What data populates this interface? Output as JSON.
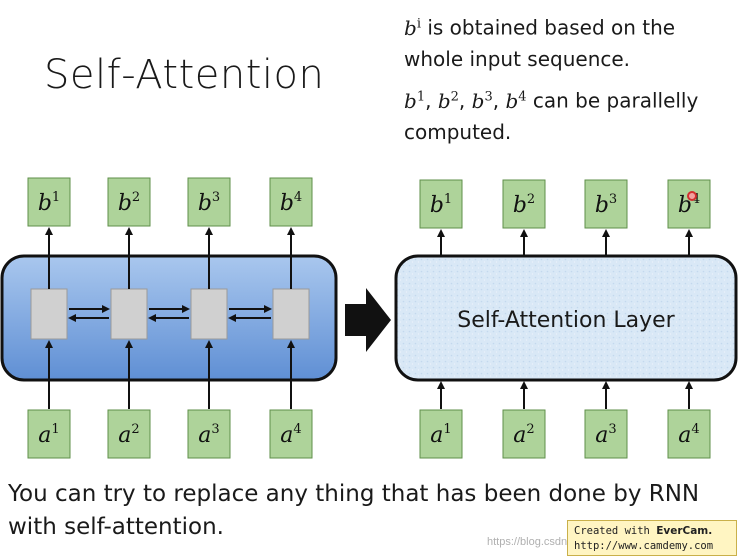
{
  "slide": {
    "title": "Self-Attention",
    "note1": {
      "sym": "b",
      "sup": "i",
      "text": " is obtained based on the whole input sequence."
    },
    "note2": {
      "items": [
        {
          "sym": "b",
          "sup": "1"
        },
        {
          "sym": "b",
          "sup": "2"
        },
        {
          "sym": "b",
          "sup": "3"
        },
        {
          "sym": "b",
          "sup": "4"
        }
      ],
      "sep": ", ",
      "text": " can be parallelly computed."
    },
    "footer": "You can try to replace any thing that has been done by RNN with self-attention."
  },
  "diagram": {
    "left": {
      "outputs": [
        {
          "sym": "b",
          "sup": "1"
        },
        {
          "sym": "b",
          "sup": "2"
        },
        {
          "sym": "b",
          "sup": "3"
        },
        {
          "sym": "b",
          "sup": "4"
        }
      ],
      "inputs": [
        {
          "sym": "a",
          "sup": "1"
        },
        {
          "sym": "a",
          "sup": "2"
        },
        {
          "sym": "a",
          "sup": "3"
        },
        {
          "sym": "a",
          "sup": "4"
        }
      ]
    },
    "right": {
      "layer_label": "Self-Attention Layer",
      "outputs": [
        {
          "sym": "b",
          "sup": "1"
        },
        {
          "sym": "b",
          "sup": "2"
        },
        {
          "sym": "b",
          "sup": "3"
        },
        {
          "sym": "b",
          "sup": "4"
        }
      ],
      "inputs": [
        {
          "sym": "a",
          "sup": "1"
        },
        {
          "sym": "a",
          "sup": "2"
        },
        {
          "sym": "a",
          "sup": "3"
        },
        {
          "sym": "a",
          "sup": "4"
        }
      ]
    },
    "colors": {
      "vector_box": "#aed39a",
      "vector_border": "#5f8f4a",
      "rnn_fill": "#7aa6de",
      "attn_fill": "#d7e6f5",
      "cell_fill": "#d0d0d0"
    }
  },
  "watermark": {
    "line1_prefix": "Created with ",
    "line1_brand": "EverCam.",
    "line2": "http://www.camdemy.com"
  },
  "blog_watermark": "https://blog.csdn.net/"
}
